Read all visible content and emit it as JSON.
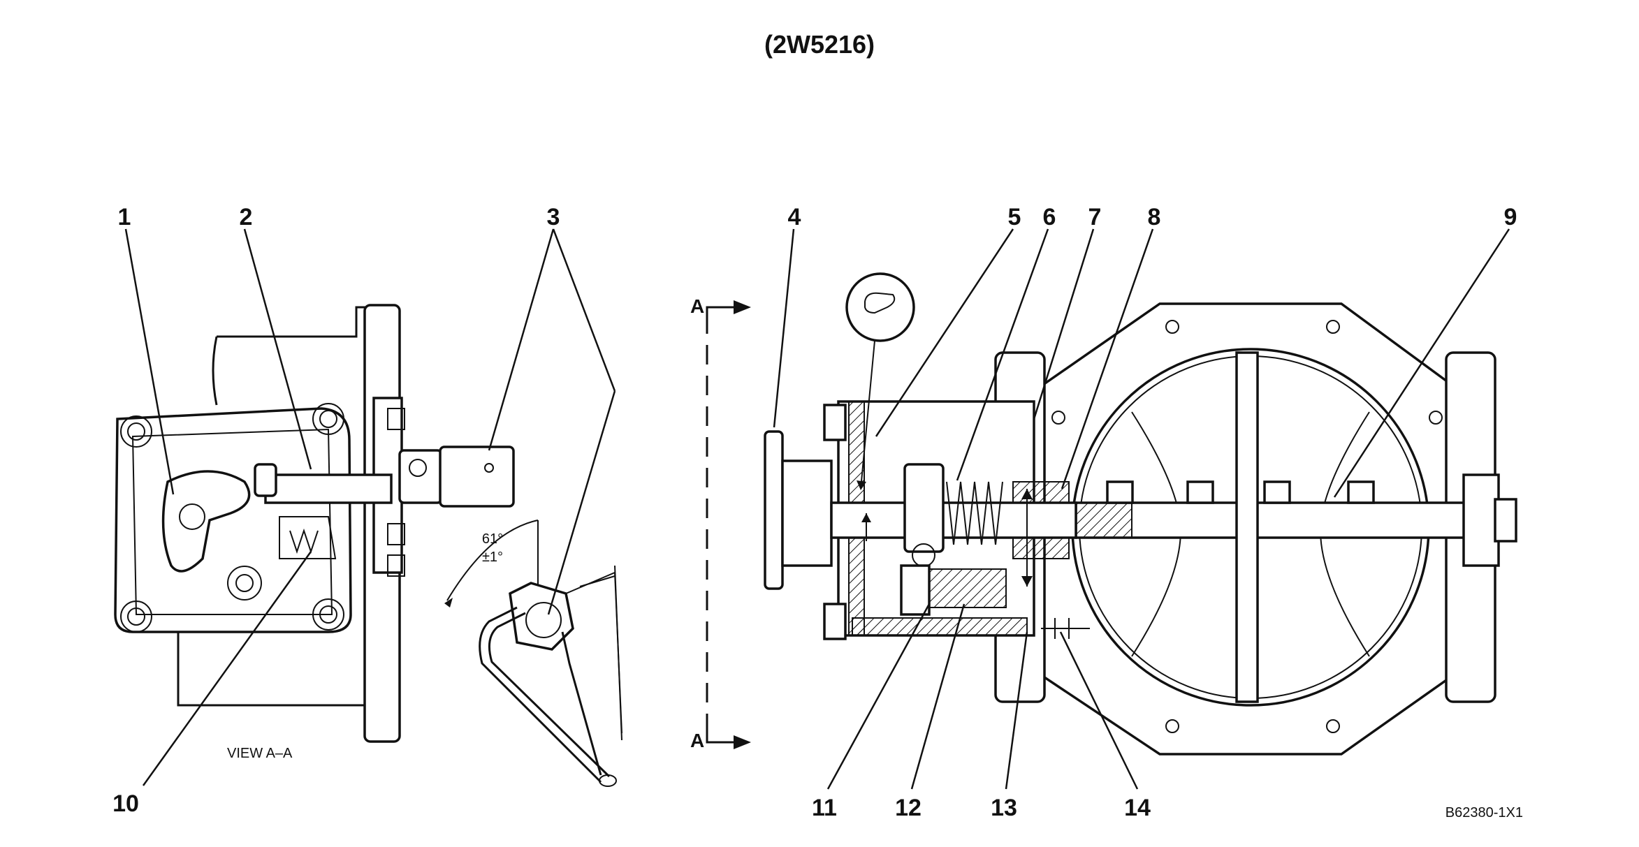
{
  "title": "(2W5216)",
  "figure_id": "B62380-1X1",
  "view_label": "VIEW A–A",
  "section_marker": "A",
  "angle": {
    "value": "61°",
    "tolerance": "±1°"
  },
  "callouts": [
    "1",
    "2",
    "3",
    "4",
    "5",
    "6",
    "7",
    "8",
    "9",
    "10",
    "11",
    "12",
    "13",
    "14"
  ]
}
